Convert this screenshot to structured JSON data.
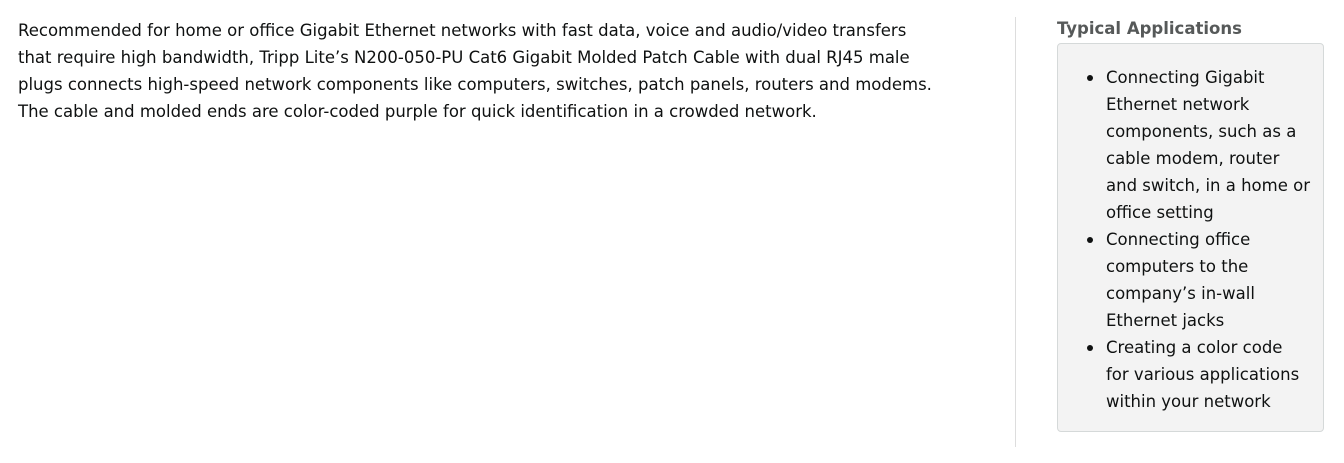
{
  "description": {
    "lines": [
      "Recommended for home or office Gigabit Ethernet networks with fast data, voice and audio/video transfers",
      "that require high bandwidth, Tripp Lite’s N200-050-PU Cat6 Gigabit Molded Patch Cable with dual RJ45 male",
      "plugs connects high-speed network components like computers, switches, patch panels, routers and modems.",
      "The cable and molded ends are color-coded purple for quick identification in a crowded network."
    ]
  },
  "sidebar": {
    "title": "Typical Applications",
    "items": [
      {
        "lines": [
          "Connecting Gigabit",
          "Ethernet network",
          "components, such as a",
          "cable modem, router",
          "and switch, in a home or",
          "office setting"
        ]
      },
      {
        "lines": [
          "Connecting office",
          "computers to the",
          "company’s in-wall",
          "Ethernet jacks"
        ]
      },
      {
        "lines": [
          "Creating a color code",
          "for various applications",
          "within your network"
        ]
      }
    ]
  }
}
